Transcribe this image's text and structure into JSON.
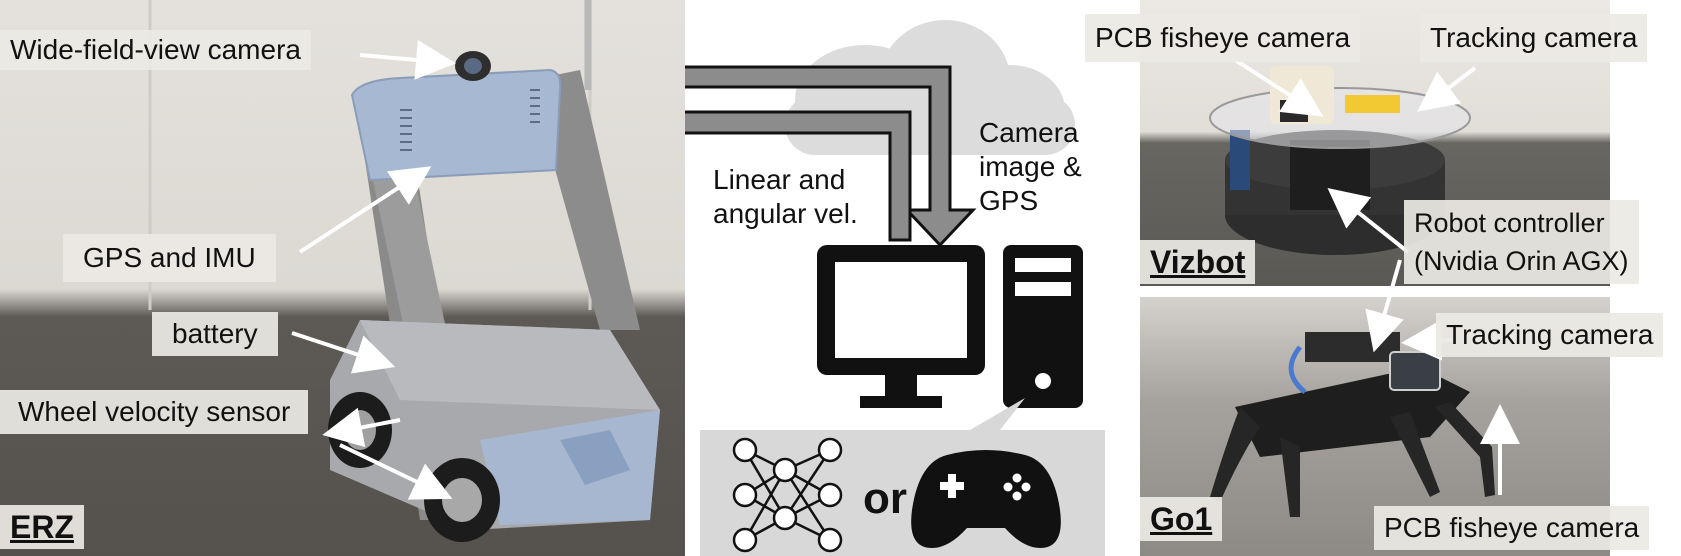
{
  "erz": {
    "name": "ERZ",
    "labels": {
      "camera": "Wide-field-view camera",
      "gps_imu": "GPS and IMU",
      "battery": "battery",
      "wheel": "Wheel velocity sensor"
    }
  },
  "flow": {
    "command_label": "Linear and\nangular vel.",
    "sensor_label": "Camera\nimage &\nGPS",
    "or_text": "or",
    "arrow_color": "#8c8c8c",
    "cloud_color": "#dcdcdc"
  },
  "vizbot": {
    "name": "Vizbot",
    "labels": {
      "pcb_camera": "PCB fisheye camera",
      "tracking_camera": "Tracking camera",
      "controller": "Robot controller\n(Nvidia Orin AGX)"
    }
  },
  "go1": {
    "name": "Go1",
    "labels": {
      "tracking_camera": "Tracking camera",
      "pcb_camera": "PCB fisheye camera"
    }
  }
}
